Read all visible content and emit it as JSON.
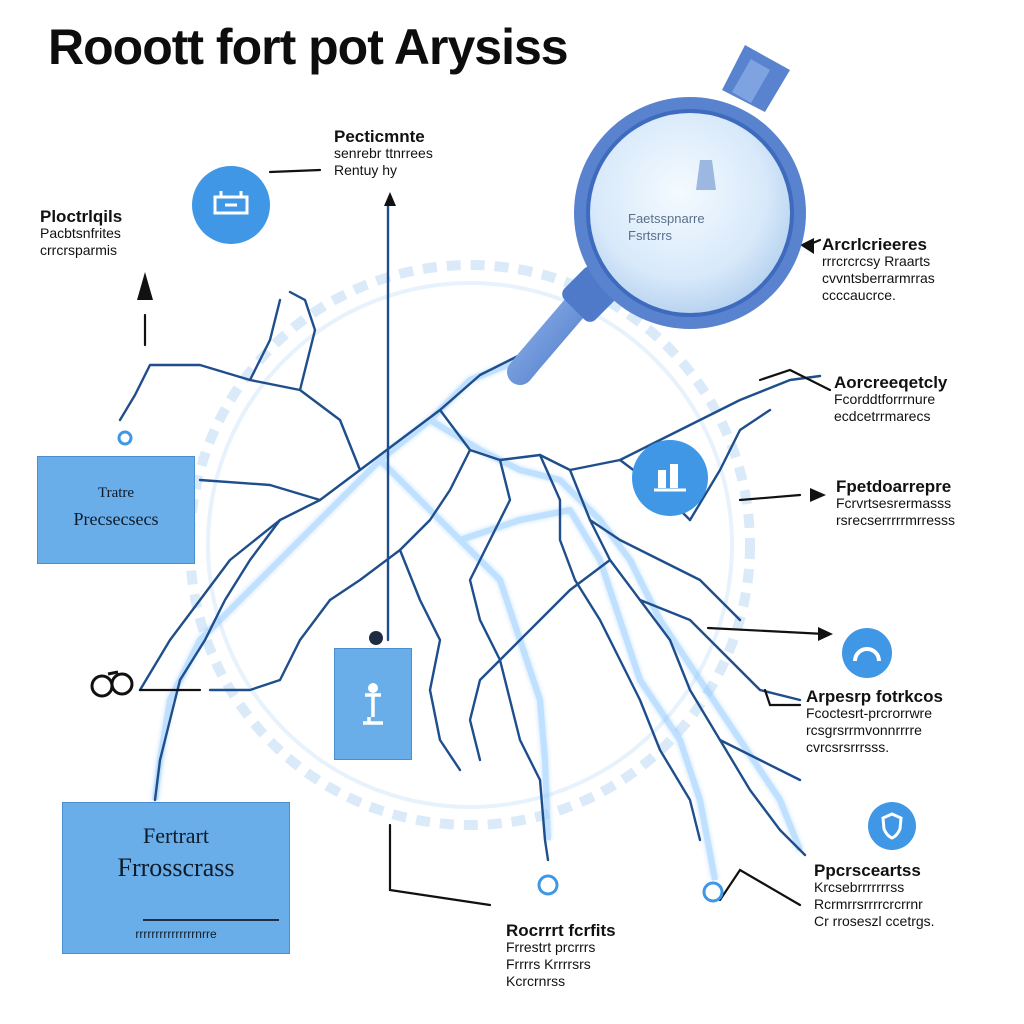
{
  "title": "Rooott fort pot Arysiss",
  "labels": {
    "top_center": [
      "Pecticmnte",
      "senrebr ttnrrees",
      "Rentuy hy"
    ],
    "top_left": [
      "Ploctrlqils",
      "Pacbtsnfrites",
      "crrcrsparmis"
    ],
    "magnifier_side": [
      "Arcrlcrieeres",
      "rrrcrcrcsy Rraarts",
      "cvvntsberrarmrras",
      "ccccaucrce."
    ],
    "mid_right_1": [
      "Aorcreeqetcly",
      "Fcorddtforrrnure",
      "ecdcetrrmarecs"
    ],
    "mid_right_2": [
      "Fpetdoarrepre",
      "Fcrvrtsesrermasss",
      "rsrecserrrrrmrresss"
    ],
    "lower_right_1": [
      "Arpesrp fotrkcos",
      "Fcoctesrt-prcrorrwre",
      "rcsgrsrrmvonnrrrre",
      "cvrcsrsrrrsss."
    ],
    "lower_right_2": [
      "Ppcrsceartss",
      "Krcsebrrrrrrrss",
      "Rcrmrrsrrrrcrcrrnr",
      "Cr rroseszl ccetrgs."
    ],
    "bottom_center": [
      "Rocrrrt fcrfits",
      "Frrestrt prcrrrs",
      "Frrrrs Krrrrsrs",
      "Kcrcrnrss"
    ],
    "magnifier_lens": [
      "Faetsspnarre",
      "Fsrtsrrs"
    ]
  },
  "boxes": {
    "left_box": [
      "Tratre",
      "Precsecsecs"
    ],
    "bottom_box": [
      "Fertrart",
      "Frrosscrass",
      "rrrrrrrrrrrrrrrnrre"
    ]
  },
  "icons": {
    "top_circle": "flask-icon",
    "right_circle": "chart-icon",
    "lower_right_circle": "gauge-icon",
    "bottom_right_circle": "shield-icon",
    "center_box_icon": "person-icon",
    "left_binocular": "binoculars-icon",
    "magnifier": "magnifier-icon"
  },
  "colors": {
    "accent": "#3f97e6",
    "box": "#6aaee9",
    "line": "#1e4e8c",
    "glow": "#9bd0ff",
    "ring": "#cfe3f6"
  }
}
